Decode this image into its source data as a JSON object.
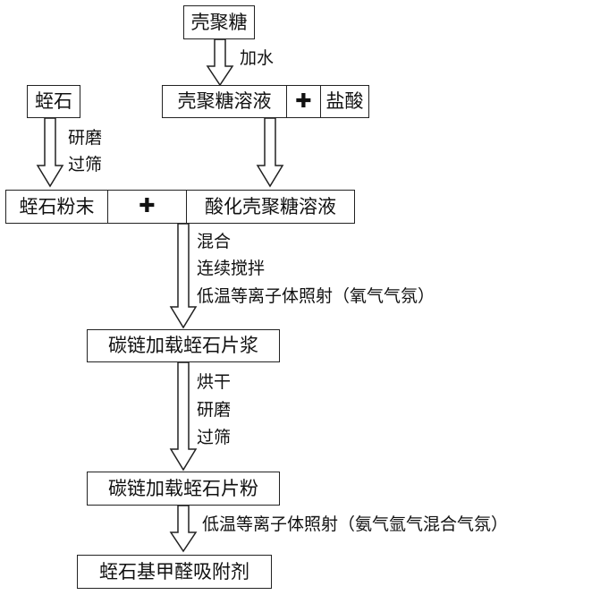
{
  "nodes": {
    "chitosan": "壳聚糖",
    "chitosan_solution": "壳聚糖溶液",
    "hydrochloric_acid": "盐酸",
    "vermiculite": "蛭石",
    "vermiculite_powder": "蛭石粉末",
    "acidified_chitosan_solution": "酸化壳聚糖溶液",
    "carbon_chain_slurry": "碳链加载蛭石片浆",
    "carbon_chain_powder": "碳链加载蛭石片粉",
    "final_adsorbent": "蛭石基甲醛吸附剂"
  },
  "plus_symbol": "✚",
  "steps": {
    "add_water": "加水",
    "grind_sieve_1": [
      "研磨",
      "过筛"
    ],
    "mix_steps": [
      "混合",
      "连续搅拌",
      "低温等离子体照射（氧气气氛）"
    ],
    "dry_steps": [
      "烘干",
      "研磨",
      "过筛"
    ],
    "final_irradiation": "低温等离子体照射（氨气氩气混合气氛）"
  }
}
